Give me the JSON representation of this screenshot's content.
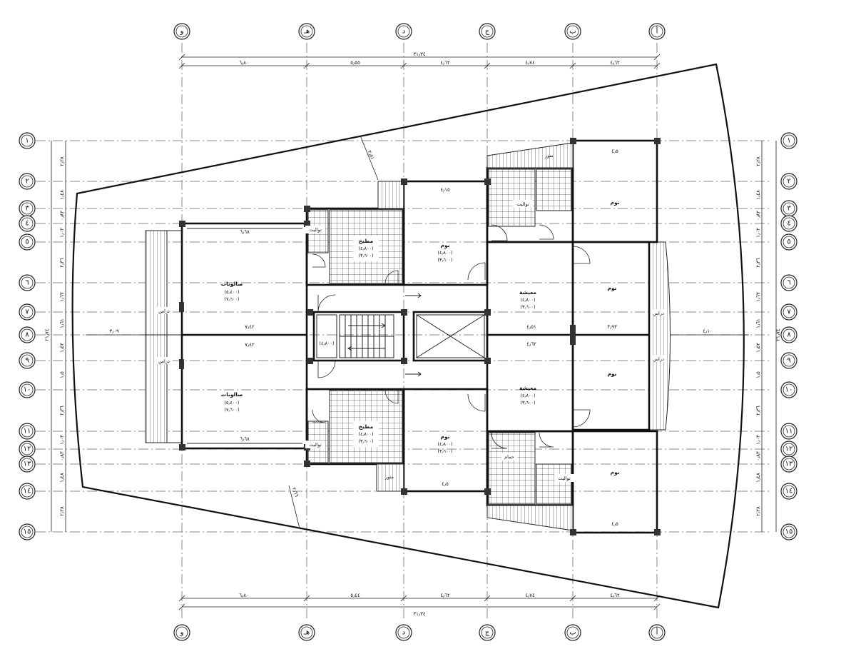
{
  "columns": {
    "labels": [
      "و",
      "هـ",
      "د",
      "ج",
      "ب",
      "أ"
    ]
  },
  "rows": {
    "labels": [
      "١",
      "٢",
      "٣",
      "٤",
      "٥",
      "٦",
      "٧",
      "٨",
      "٩",
      "١٠",
      "١١",
      "١٢",
      "١٣",
      "١٤",
      "١٥"
    ]
  },
  "dimensions": {
    "top_total": "٣١٫٣٤",
    "top_segments": [
      "٦٫٨٠",
      "٥٫٥٥",
      "٤٫٦٢",
      "٤٫٧٤",
      "٤٫٦٢"
    ],
    "bottom_total": "٣١٫٣٤",
    "bottom_segments": [
      "٦٫٨٠",
      "٥٫٤٤",
      "٤٫٦٢",
      "٤٫٧٤",
      "٤٫٦٢"
    ],
    "left_total": "٢١٫٧٤",
    "right_total": "٢١٫٧٤",
    "vertical_segments": [
      "٢٫٢٨",
      "١٫٤٨",
      "٠٫٨٣",
      "١٫٠٣",
      "٢٫٣٦",
      "١٫٦٣",
      "١٫٦١",
      "١٫٥٣",
      "١٫٥",
      "٢٫٣٦",
      "١٫٠٣",
      "٠٫٨٣",
      "١٫٤٨",
      "٢٫٢٨"
    ]
  },
  "rooms": {
    "salon_top": {
      "name": "صالونات",
      "dims1": "(٥٫٤٠٠)",
      "dims2": "(٧٫٦٠٠)"
    },
    "salon_bottom": {
      "name": "صالونات",
      "dims1": "(٥٫٤٠٠)",
      "dims2": "(٧٫٦٠٠)"
    },
    "kitchen_top": {
      "name": "مطبخ",
      "dims1": "(٤٫٨٠٠)",
      "dims2": "(٣٫٦٠٠)"
    },
    "kitchen_bottom": {
      "name": "مطبخ",
      "dims1": "(٤٫٨٠٠)",
      "dims2": "(٣٫٦٠٠)"
    },
    "bed_top": {
      "name": "نوم",
      "dims1": "(٤٫٨٠٠)",
      "dims2": "(٣٫٦٠٠)"
    },
    "bed_bottom": {
      "name": "نوم",
      "dims1": "(٤٫٨٠٠)",
      "dims2": "(٣٫٦٠٠)"
    },
    "living_top": {
      "name": "معيشة",
      "dims1": "(٤٫٨٠٠)",
      "dims2": "(٣٫٦٠٠)"
    },
    "living_bottom": {
      "name": "معيشة",
      "dims1": "(٤٫٨٠٠)",
      "dims2": "(٣٫٦٠٠)"
    },
    "bed_right_1": {
      "name": "نوم"
    },
    "bed_right_2": {
      "name": "نوم"
    },
    "bed_right_3": {
      "name": "نوم"
    },
    "bed_right_4": {
      "name": "نوم"
    },
    "wc_1": {
      "name": "تواليت"
    },
    "wc_2": {
      "name": "تواليت"
    },
    "wc_3": {
      "name": "تواليت"
    },
    "wc_4": {
      "name": "تواليت"
    },
    "bath": {
      "name": "حمام"
    },
    "dress_1": {
      "name": "دراس"
    },
    "dress_2": {
      "name": "دراس"
    },
    "dress_3": {
      "name": "دراس"
    },
    "dress_4": {
      "name": "دراس"
    },
    "shaft_1": {
      "name": "منور"
    },
    "shaft_2": {
      "name": "منور"
    },
    "stair_label": "(٤٫٨٠٠)"
  },
  "inner_dims": {
    "salon_w": "٦٫٦٨",
    "salon_w2": "٦٫٦٨",
    "corr_top": "٧٫٤٢",
    "corr_bot": "٧٫٤٢",
    "bed_w": "٤٫١٥",
    "bed_w2": "٤٫٥",
    "liv_w": "٤٫٥١",
    "liv_w2": "٤٫٦٢",
    "right_w": "٣٫٩٣",
    "right_w2": "٤٫٥",
    "right_w3": "٤٫٥",
    "site_left": "٣٫٠٩",
    "site_right": "٤٫١٠",
    "diag_top": "٢٫٥١",
    "diag_bot": "٢٫٦٦"
  }
}
